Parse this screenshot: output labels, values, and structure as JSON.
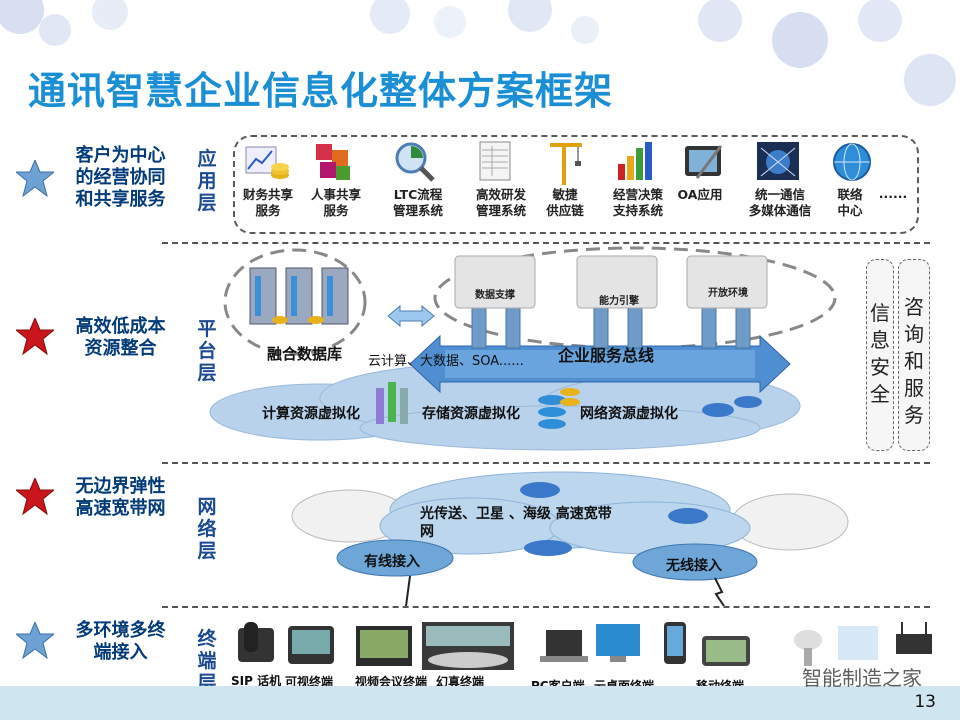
{
  "title": "通讯智慧企业信息化整体方案框架",
  "page_number": "13",
  "watermark": "智能制造之家",
  "side": [
    {
      "text": "客户为中心\n的经营协同\n和共享服务",
      "star_color": "#6fa2d4"
    },
    {
      "text": "高效低成本\n资源整合",
      "star_color": "#c9151c"
    },
    {
      "text": "无边界弹性\n高速宽带网",
      "star_color": "#c9151c"
    },
    {
      "text": "多环境多终\n端接入",
      "star_color": "#6fa2d4"
    }
  ],
  "layers": {
    "app": "应用层",
    "platform": "平台层",
    "network": "网络层",
    "terminal": "终端层"
  },
  "apps": [
    {
      "label": "财务共享\n服务",
      "icon": "chart-coins-icon"
    },
    {
      "label": "人事共享\n服务",
      "icon": "cubes-icon"
    },
    {
      "label": "LTC流程\n管理系统",
      "icon": "magnifier-pie-icon"
    },
    {
      "label": "高效研发\n管理系统",
      "icon": "document-table-icon"
    },
    {
      "label": "敏捷\n供应链",
      "icon": "crane-icon"
    },
    {
      "label": "经营决策\n支持系统",
      "icon": "bar-chart-icon"
    },
    {
      "label": "OA应用",
      "icon": "tablet-pen-icon"
    },
    {
      "label": "统一通信\n多媒体通信",
      "icon": "globe-network-icon"
    },
    {
      "label": "联络\n中心",
      "icon": "globe-icon"
    },
    {
      "label": "......",
      "icon": ""
    }
  ],
  "platform": {
    "db_label": "融合数据库",
    "cloud_text": "云计算、大数据、SOA......",
    "bus": "企业服务总线",
    "modules": [
      "数据支撑",
      "能力引擎",
      "开放环境"
    ],
    "virt": [
      "计算资源虚拟化",
      "存储资源虚拟化",
      "网络资源虚拟化"
    ]
  },
  "right_boxes": [
    "信\n息\n安\n全",
    "咨\n询\n和\n服\n务"
  ],
  "network": {
    "main": "光传送、卫星 、海级 高速宽带\n网",
    "wired": "有线接入",
    "wireless": "无线接入"
  },
  "terminals": [
    "SIP 话机",
    "可视终端",
    "视频会议终端",
    "幻真终端",
    "PC客户端",
    "云桌面终端",
    "移动终端"
  ]
}
